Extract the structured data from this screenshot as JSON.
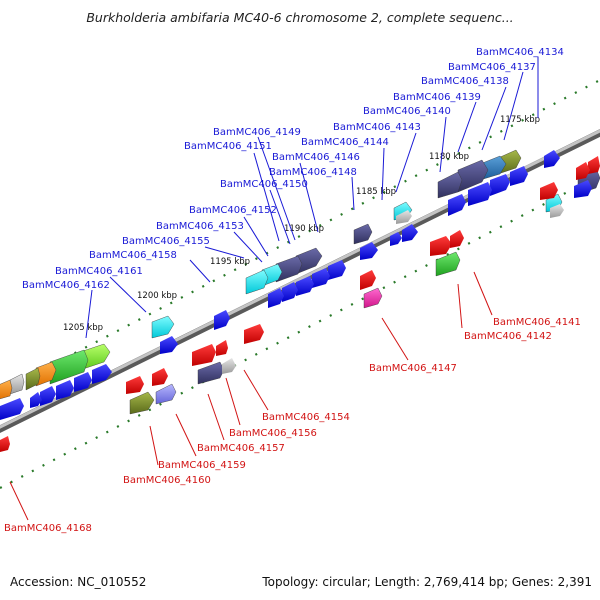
{
  "title": "Burkholderia ambifaria MC40-6 chromosome 2, complete sequenc...",
  "footer": {
    "accession": "Accession: NC_010552",
    "summary": "Topology: circular; Length: 2,769,414 bp; Genes: 2,391"
  },
  "colors": {
    "backbone": "#888888",
    "top_label": "#1a1ad6",
    "bottom_label": "#d21414",
    "tick": "#2a7a2a"
  },
  "scale_labels": [
    "1175 kbp",
    "1180 kbp",
    "1185 kbp",
    "1190 kbp",
    "1195 kbp",
    "1200 kbp",
    "1205 kbp"
  ],
  "top_labels": [
    "BamMC406_4134",
    "BamMC406_4137",
    "BamMC406_4138",
    "BamMC406_4139",
    "BamMC406_4140",
    "BamMC406_4143",
    "BamMC406_4144",
    "BamMC406_4149",
    "BamMC406_4151",
    "BamMC406_4146",
    "BamMC406_4148",
    "BamMC406_4150",
    "BamMC406_4152",
    "BamMC406_4153",
    "BamMC406_4155",
    "BamMC406_4158",
    "BamMC406_4161",
    "BamMC406_4162"
  ],
  "bottom_labels": [
    "BamMC406_4141",
    "BamMC406_4142",
    "BamMC406_4147",
    "BamMC406_4154",
    "BamMC406_4156",
    "BamMC406_4157",
    "BamMC406_4159",
    "BamMC406_4160",
    "BamMC406_4168"
  ]
}
